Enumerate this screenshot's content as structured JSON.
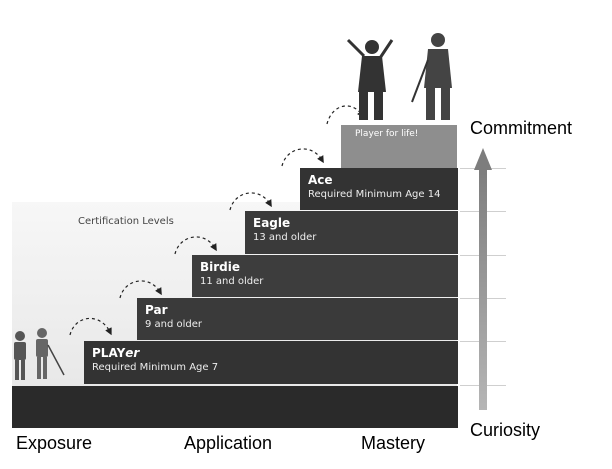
{
  "diagram": {
    "certification_title": "Certification Levels",
    "summit_label": "Player for life!",
    "levels": [
      {
        "name": "PLAY",
        "name_italic": "er",
        "requirement": "Required Minimum Age 7"
      },
      {
        "name": "Par",
        "requirement": "9 and older"
      },
      {
        "name": "Birdie",
        "requirement": "11 and older"
      },
      {
        "name": "Eagle",
        "requirement": "13 and older"
      },
      {
        "name": "Ace",
        "requirement": "Required Minimum Age 14"
      }
    ],
    "stages": [
      "Exposure",
      "Application",
      "Mastery"
    ],
    "axis_top": "Commitment",
    "axis_bottom": "Curiosity",
    "colors": {
      "step_dark": "#2f2f2f",
      "step_mid": "#3c3c3c",
      "summit": "#8e8e8e",
      "arrow": "#9a9a9a"
    }
  }
}
